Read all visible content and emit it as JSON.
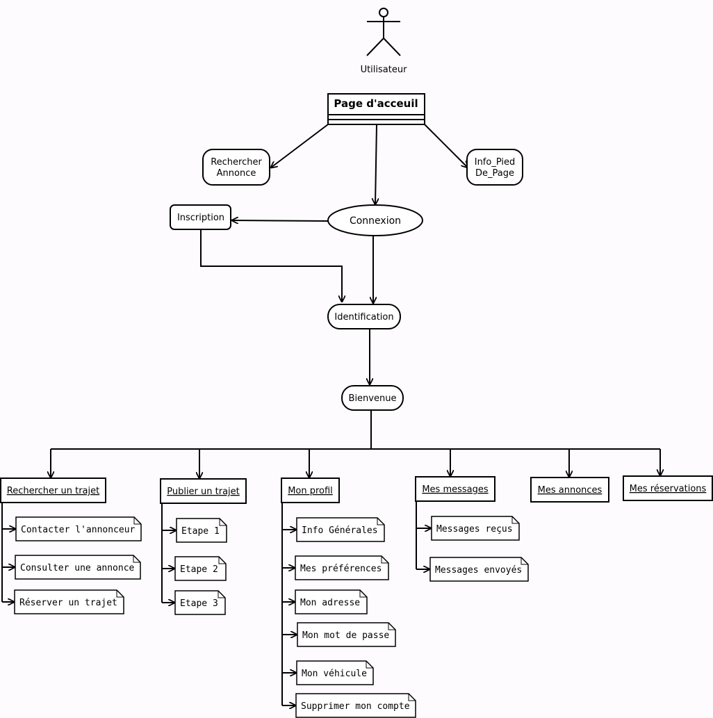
{
  "actor": {
    "label": "Utilisateur"
  },
  "homepage": {
    "title": "Page d'acceuil"
  },
  "nodes": {
    "rechercher_annonce": [
      "Rechercher",
      "Annonce"
    ],
    "info_pied": [
      "Info_Pied",
      "De_Page"
    ],
    "inscription": "Inscription",
    "connexion": "Connexion",
    "identification": "Identification",
    "bienvenue": "Bienvenue"
  },
  "sections": [
    {
      "label": "Rechercher un trajet",
      "items": [
        "Contacter l'annonceur",
        "Consulter une annonce",
        "Réserver un trajet"
      ]
    },
    {
      "label": "Publier un trajet",
      "items": [
        "Etape 1",
        "Etape 2",
        "Etape 3"
      ]
    },
    {
      "label": "Mon profil",
      "items": [
        "Info Générales",
        "Mes préférences",
        "Mon adresse",
        "Mon mot de passe",
        "Mon véhicule",
        "Supprimer mon compte"
      ]
    },
    {
      "label": "Mes messages",
      "items": [
        "Messages reçus",
        "Messages envoyés"
      ]
    },
    {
      "label": "Mes annonces",
      "items": []
    },
    {
      "label": "Mes réservations",
      "items": []
    }
  ]
}
